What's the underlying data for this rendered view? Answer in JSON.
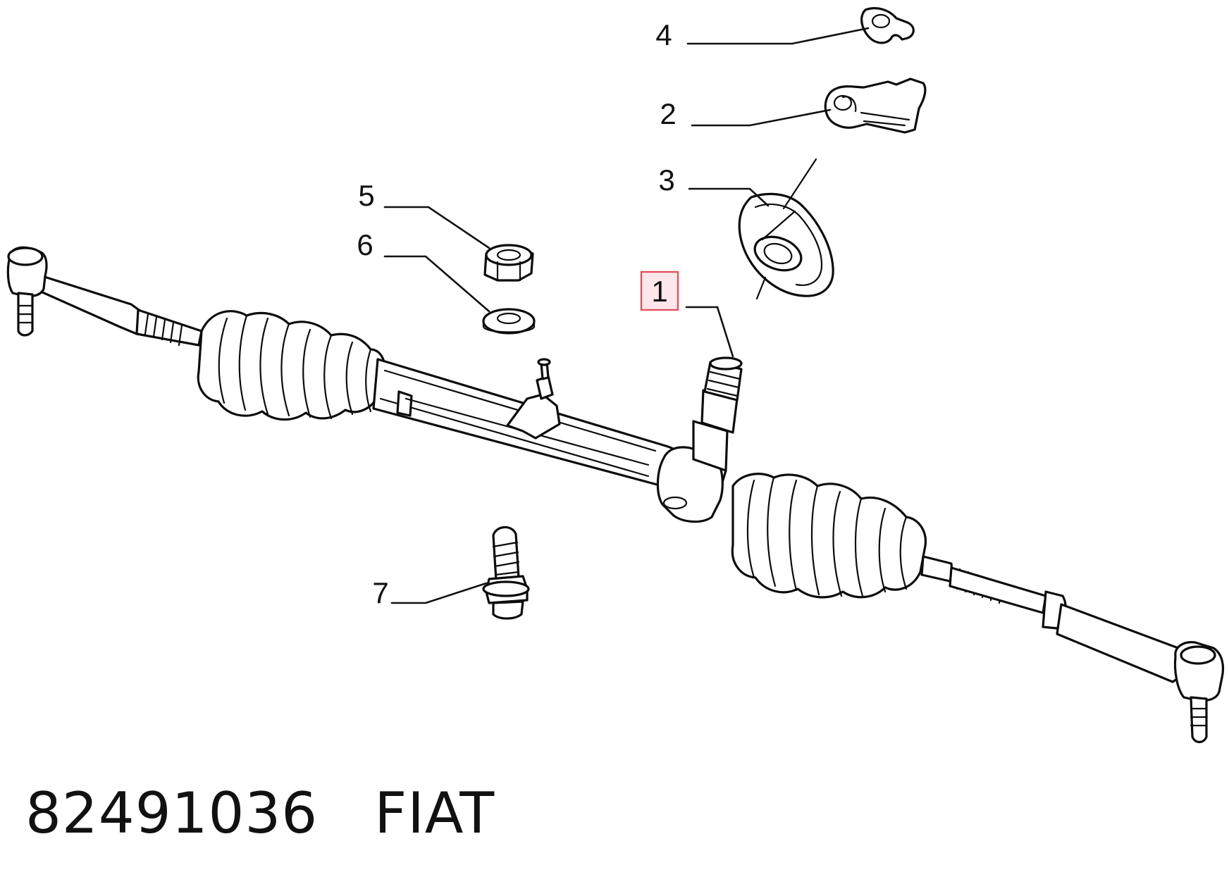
{
  "callouts": [
    {
      "id": "1",
      "label": "1",
      "highlighted": true
    },
    {
      "id": "2",
      "label": "2",
      "highlighted": false
    },
    {
      "id": "3",
      "label": "3",
      "highlighted": false
    },
    {
      "id": "4",
      "label": "4",
      "highlighted": false
    },
    {
      "id": "5",
      "label": "5",
      "highlighted": false
    },
    {
      "id": "6",
      "label": "6",
      "highlighted": false
    },
    {
      "id": "7",
      "label": "7",
      "highlighted": false
    }
  ],
  "caption": {
    "part_number": "82491036",
    "brand": "FIAT"
  },
  "colors": {
    "line": "#0c0c0c",
    "highlight_fill": "#ffe6ea",
    "highlight_border": "#e05060",
    "background": "#ffffff"
  }
}
